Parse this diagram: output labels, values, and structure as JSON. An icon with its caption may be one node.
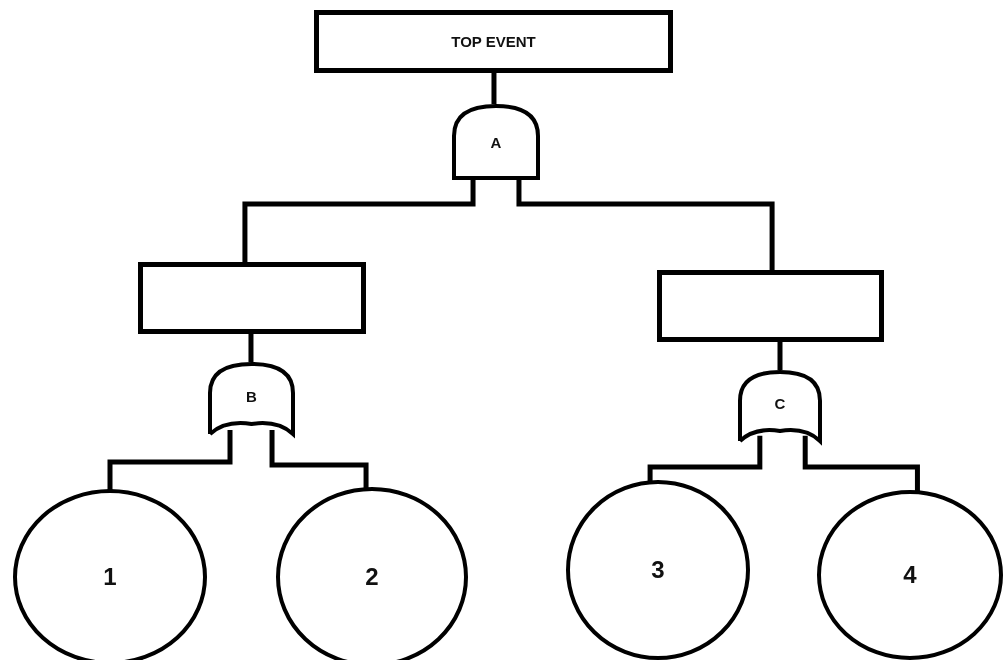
{
  "diagram": {
    "nodes": [
      {
        "text": [
          "TOP EVENT"
        ]
      },
      {
        "text": [
          "A"
        ]
      },
      {
        "text": [],
        "shape": "box"
      },
      {
        "text": [],
        "shape": "box"
      },
      {
        "text": [
          "B"
        ]
      },
      {
        "text": [
          "C"
        ]
      },
      {
        "text": [
          "1"
        ]
      },
      {
        "text": [
          "2"
        ]
      },
      {
        "text": [
          "3"
        ]
      },
      {
        "text": [
          "4"
        ]
      }
    ],
    "edges": [
      {
        "from": 0,
        "to": 1,
        "arrow": "none"
      },
      {
        "from": 1,
        "to": 2,
        "arrow": "none"
      },
      {
        "from": 1,
        "to": 3,
        "arrow": "none"
      },
      {
        "from": 2,
        "to": 4,
        "arrow": "none"
      },
      {
        "from": 3,
        "to": 5,
        "arrow": "none"
      },
      {
        "from": 4,
        "to": 6,
        "arrow": "none"
      },
      {
        "from": 4,
        "to": 7,
        "arrow": "none"
      },
      {
        "from": 5,
        "to": 8,
        "arrow": "none"
      },
      {
        "from": 5,
        "to": 9,
        "arrow": "none"
      }
    ]
  }
}
